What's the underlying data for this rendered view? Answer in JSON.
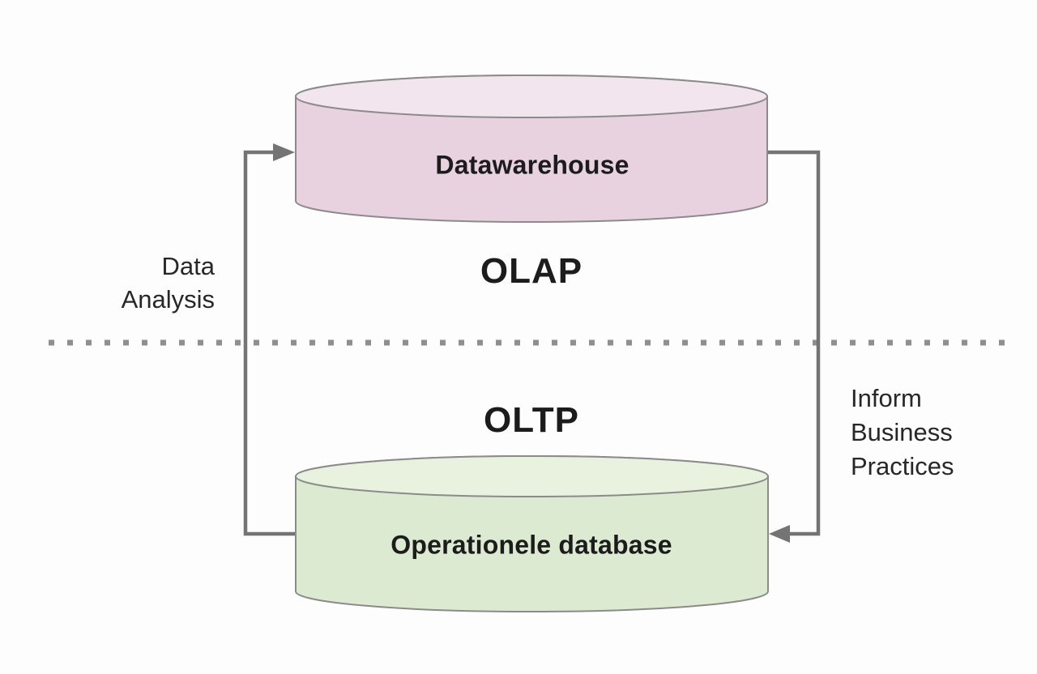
{
  "diagram": {
    "top_cylinder": {
      "label": "Datawarehouse",
      "body_fill": "#e9d2df",
      "top_fill": "#f3e5ee"
    },
    "bottom_cylinder": {
      "label": "Operationele database",
      "body_fill": "#dcead1",
      "top_fill": "#e9f2df"
    },
    "upper_zone_label": "OLAP",
    "lower_zone_label": "OLTP",
    "left_label": {
      "line1": "Data",
      "line2": "Analysis"
    },
    "right_label": {
      "line1": "Inform",
      "line2": "Business",
      "line3": "Practices"
    },
    "colors": {
      "connector_gray": "#747474",
      "cylinder_stroke": "#8b8b8b",
      "divider_dot_gray": "#8f8f8f",
      "text": "#1c1c1c"
    }
  }
}
